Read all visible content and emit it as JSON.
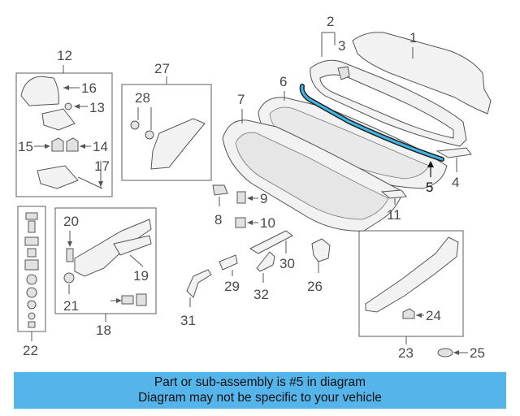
{
  "diagram": {
    "callouts": [
      "1",
      "2",
      "3",
      "4",
      "5",
      "6",
      "7",
      "8",
      "9",
      "10",
      "11",
      "12",
      "13",
      "14",
      "15",
      "16",
      "17",
      "18",
      "19",
      "20",
      "21",
      "22",
      "23",
      "24",
      "25",
      "26",
      "27",
      "28",
      "29",
      "30",
      "31",
      "32"
    ],
    "highlighted_part": "5",
    "highlight_color": "#3fb7e6"
  },
  "banner": {
    "line1": "Part or sub-assembly is #5 in diagram",
    "line2": "Diagram may not be specific to your vehicle",
    "background": "#55b4ea"
  }
}
